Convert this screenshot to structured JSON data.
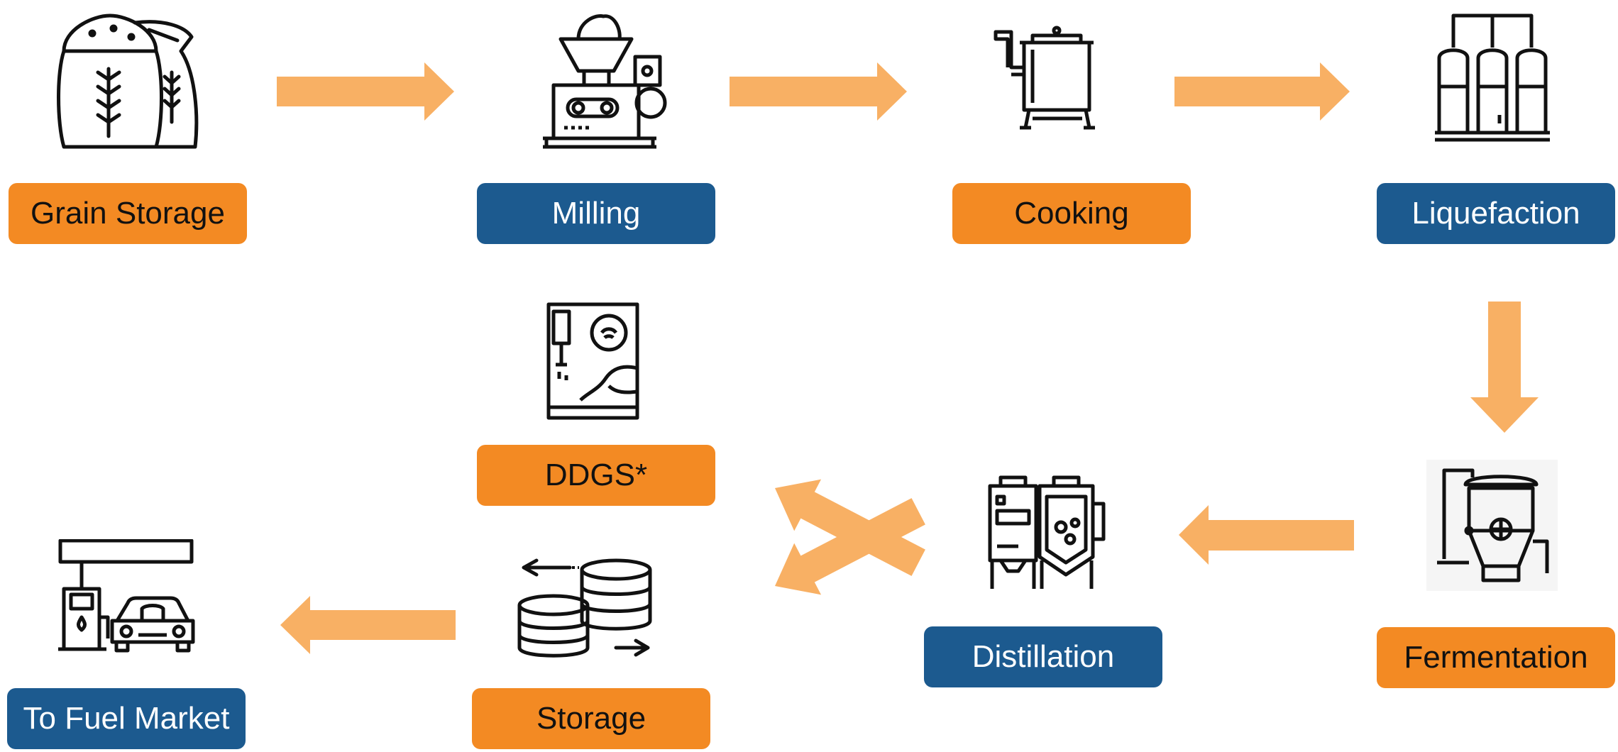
{
  "colors": {
    "orange": "#f38a23",
    "blue": "#1c5a8f",
    "arrow": "#f8b064",
    "stroke": "#111111"
  },
  "steps": [
    {
      "id": "grain-storage",
      "label": "Grain Storage",
      "color": "orange",
      "icon": "grain-sacks-icon"
    },
    {
      "id": "milling",
      "label": "Milling",
      "color": "blue",
      "icon": "mill-machine-icon"
    },
    {
      "id": "cooking",
      "label": "Cooking",
      "color": "orange",
      "icon": "cooking-kettle-icon"
    },
    {
      "id": "liquefaction",
      "label": "Liquefaction",
      "color": "blue",
      "icon": "tanks-icon"
    },
    {
      "id": "fermentation",
      "label": "Fermentation",
      "color": "orange",
      "icon": "fermenter-icon"
    },
    {
      "id": "distillation",
      "label": "Distillation",
      "color": "blue",
      "icon": "distiller-icon"
    },
    {
      "id": "ddgs",
      "label": "DDGS*",
      "color": "orange",
      "icon": "cattle-feed-icon"
    },
    {
      "id": "storage",
      "label": "Storage",
      "color": "orange",
      "icon": "storage-cylinders-icon"
    },
    {
      "id": "fuel-market",
      "label": "To Fuel Market",
      "color": "blue",
      "icon": "fuel-station-icon"
    }
  ],
  "flows": [
    {
      "from": "grain-storage",
      "to": "milling"
    },
    {
      "from": "milling",
      "to": "cooking"
    },
    {
      "from": "cooking",
      "to": "liquefaction"
    },
    {
      "from": "liquefaction",
      "to": "fermentation"
    },
    {
      "from": "fermentation",
      "to": "distillation"
    },
    {
      "from": "distillation",
      "to": "ddgs"
    },
    {
      "from": "distillation",
      "to": "storage"
    },
    {
      "from": "storage",
      "to": "fuel-market"
    }
  ]
}
